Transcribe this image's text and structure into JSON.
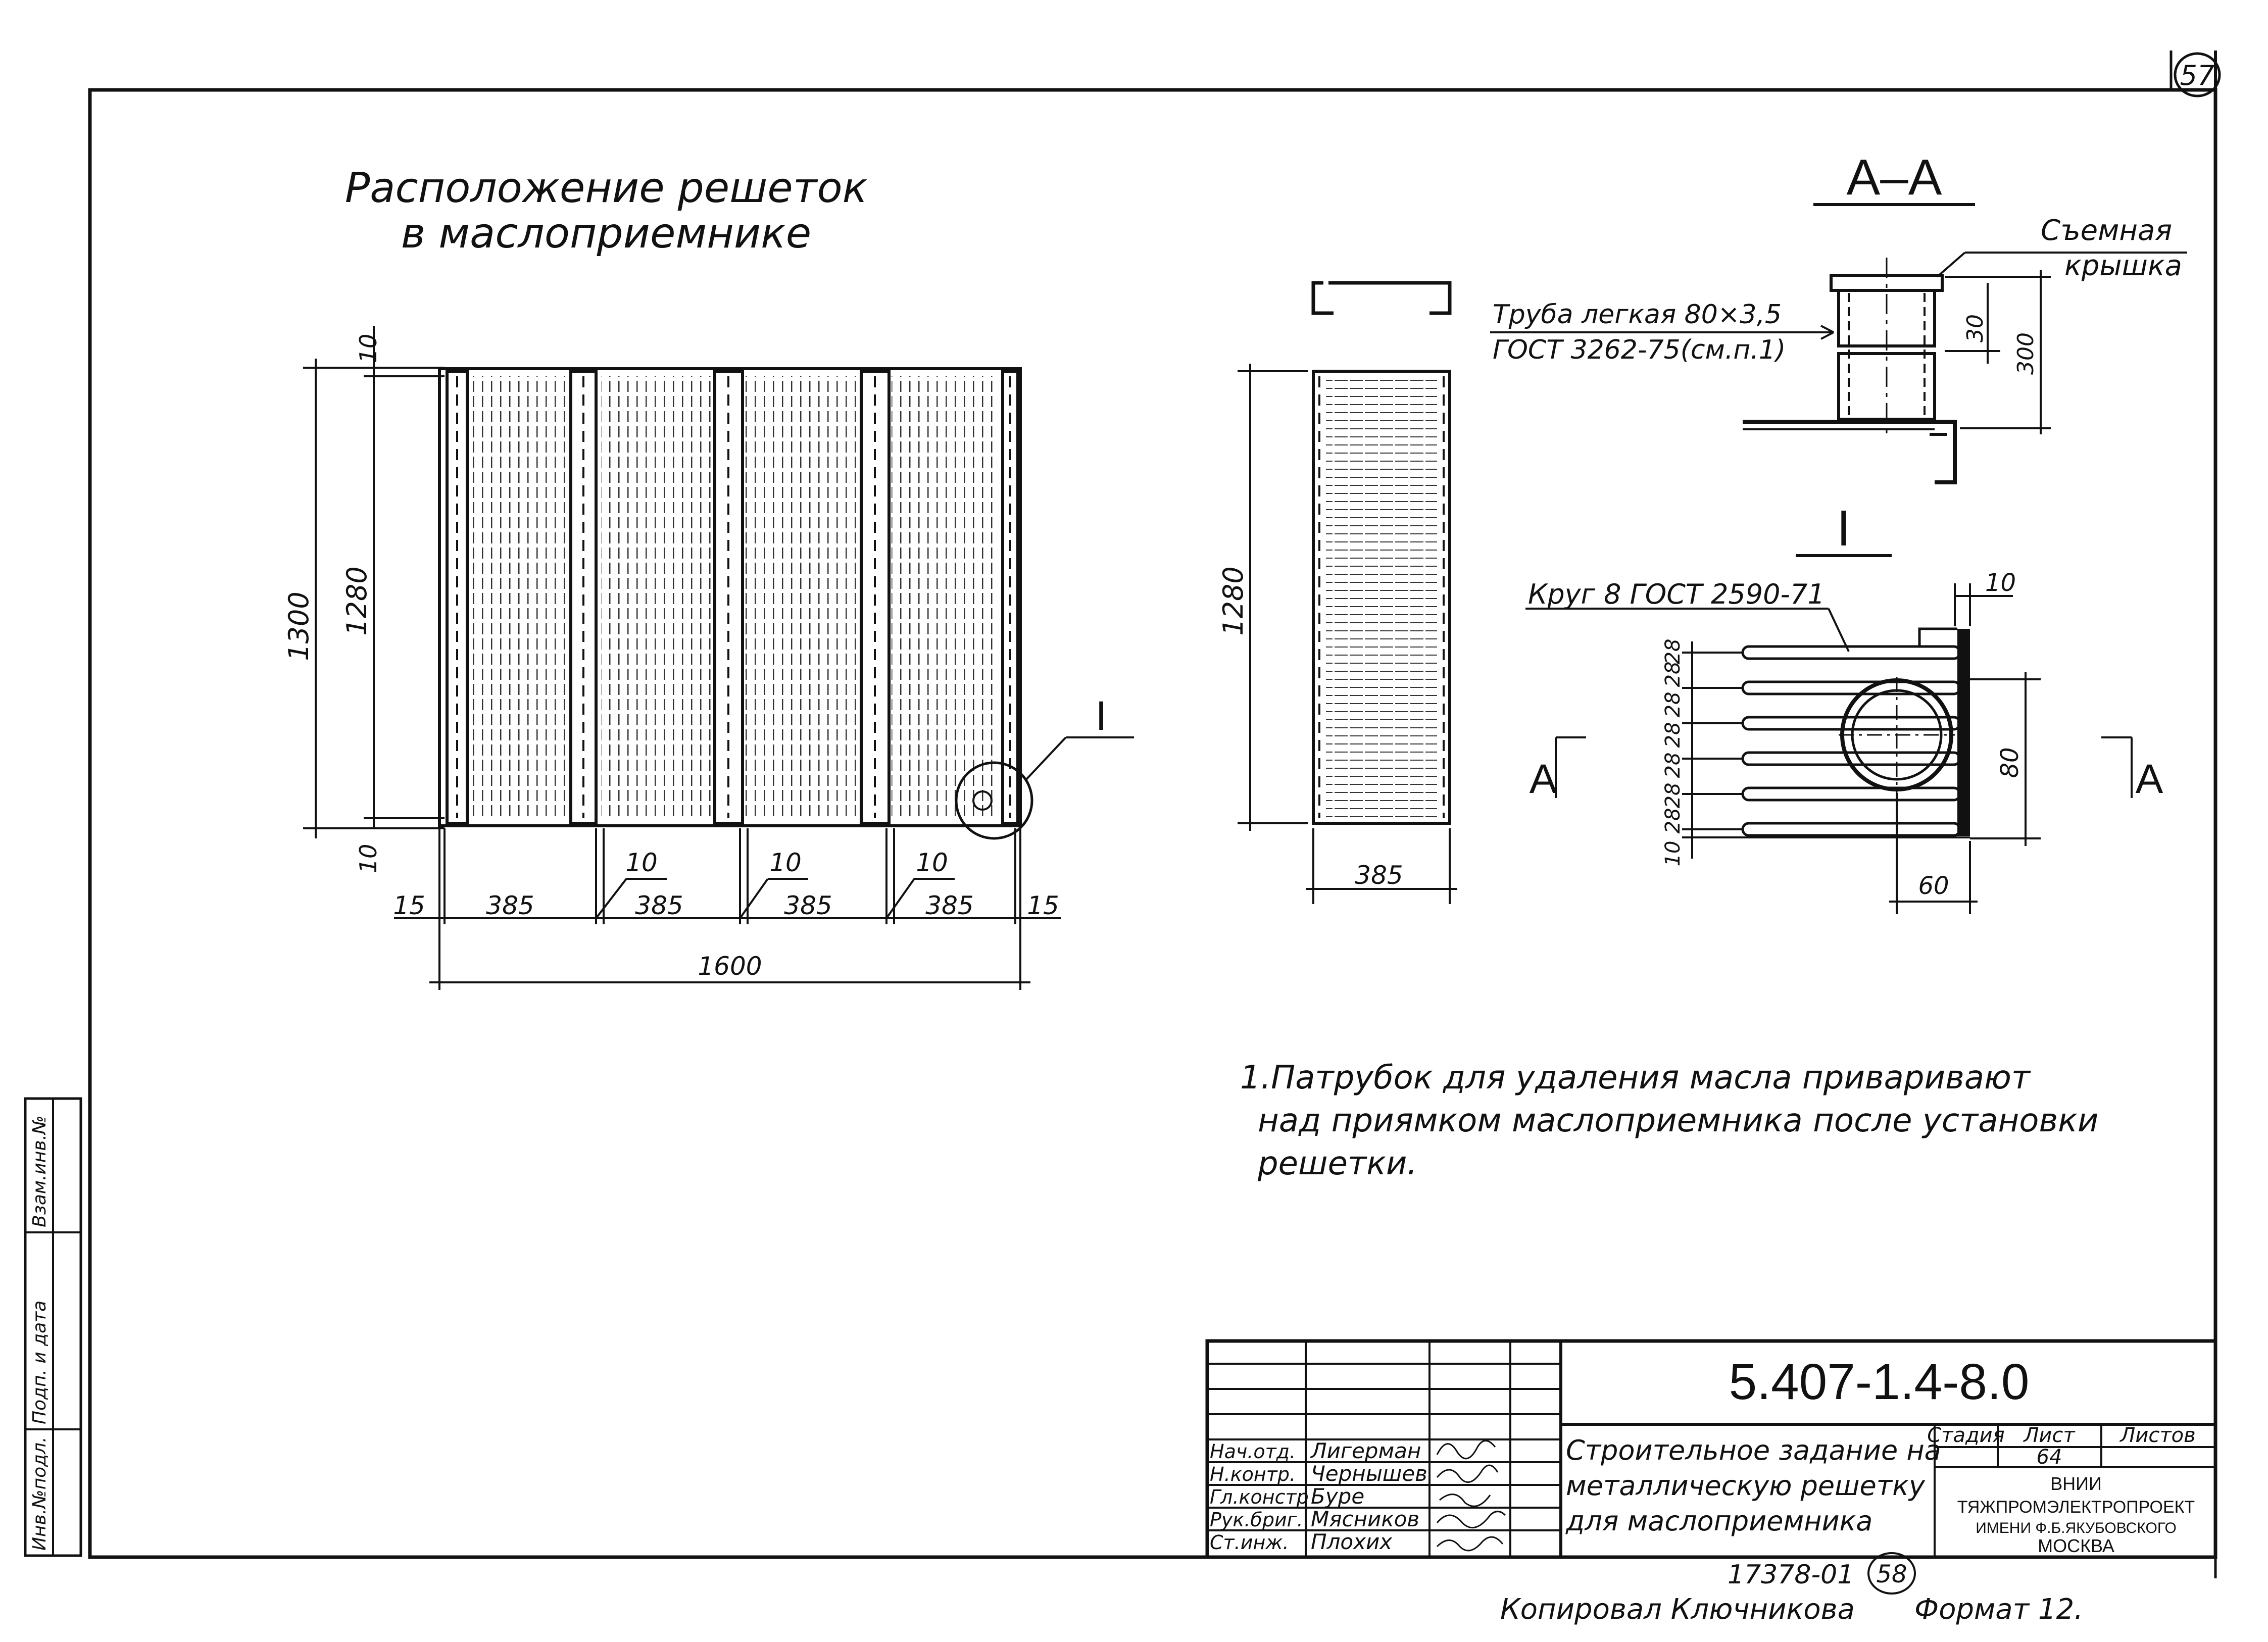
{
  "drawing": {
    "title_line1": "Расположение решеток",
    "title_line2": "в маслоприемнике",
    "sheet_number_top": "57",
    "dims_plan": {
      "top_gap": "10",
      "bottom_gap": "10",
      "overall_height": "1300",
      "inner_height": "1280",
      "edge_left": "15",
      "edge_right": "15",
      "width_a": "385",
      "width_b": "385",
      "width_c": "385",
      "width_d": "385",
      "gap_1": "10",
      "gap_2": "10",
      "gap_3": "10",
      "overall_width": "1600",
      "detail_marker": "I"
    },
    "dims_side": {
      "height": "1280",
      "width": "385"
    },
    "section_aa": {
      "title": "А–А",
      "lid_label_1": "Съемная",
      "lid_label_2": "крышка",
      "pipe_label_1": "Труба легкая 80×3,5",
      "pipe_label_2": "ГОСТ 3262-75(см.п.1)",
      "dim_30": "30",
      "dim_300": "300"
    },
    "detail_i": {
      "title": "I",
      "rod_label": "Круг 8 ГОСТ 2590-71",
      "dim_10_top": "10",
      "pitch_1": "28",
      "pitch_2": "28",
      "pitch_3": "28",
      "pitch_4": "28",
      "pitch_5": "28",
      "pitch_6": "28",
      "pitch_7": "28",
      "dim_10_bottom": "10",
      "dim_80": "80",
      "dim_60": "60",
      "cut_left": "А",
      "cut_right": "А"
    },
    "note": {
      "line1": "1.Патрубок для удаления масла приваривают",
      "line2": "над приямком маслоприемника после установки",
      "line3": "решетки."
    }
  },
  "title_block": {
    "code": "5.407-1.4-8.0",
    "rows": [
      {
        "role": "Нач.отд.",
        "name": "Лигерман"
      },
      {
        "role": "Н.контр.",
        "name": "Чернышев"
      },
      {
        "role": "Гл.констр",
        "name": "Буре"
      },
      {
        "role": "Рук.бриг.",
        "name": "Мясников"
      },
      {
        "role": "Ст.инж.",
        "name": "Плохих"
      }
    ],
    "description_1": "Строительное задание на",
    "description_2": "металлическую решетку",
    "description_3": "для маслоприемника",
    "col_stage": "Стадия",
    "col_sheet": "Лист",
    "col_sheets": "Листов",
    "sheet_value": "64",
    "org_1": "ВНИИ",
    "org_2": "ТЯЖПРОМЭЛЕКТРОПРОЕКТ",
    "org_3": "ИМЕНИ Ф.Б.ЯКУБОВСКОГО",
    "org_4": "МОСКВА"
  },
  "side_stamp": {
    "inv": "Инв.№подл.",
    "sign_date": "Подп. и дата",
    "inv_replace": "Взам.инв.№"
  },
  "footer": {
    "number": "17378-01",
    "circled": "58",
    "copied": "Копировал Ключникова",
    "format": "Формат 12."
  }
}
